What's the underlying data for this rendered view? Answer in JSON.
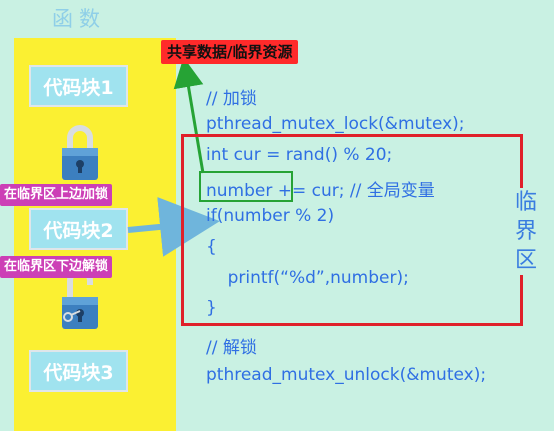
{
  "title": "函数",
  "blocks": [
    "代码块1",
    "代码块2",
    "代码块3"
  ],
  "tags": {
    "lock": "在临界区上边加锁",
    "unlock": "在临界区下边解锁"
  },
  "shared_label": "共享数据/临界资源",
  "critical_label": [
    "临",
    "界",
    "区"
  ],
  "code": {
    "lock_comment": "// 加锁",
    "lock_call": "pthread_mutex_lock(&mutex);",
    "line1": "int cur = rand() % 20;",
    "number_word": "number",
    "line2_rest": " += cur; // 全局变量",
    "line3": "if(number % 2)",
    "brace_open": "{",
    "line4": "    printf(“%d”,number);",
    "brace_close": "}",
    "unlock_comment": "// 解锁",
    "unlock_call": "pthread_mutex_unlock(&mutex);"
  },
  "colors": {
    "background": "#c9f1e3",
    "column": "#fbf032",
    "critical": "#e0202a",
    "arrow": "#26a335",
    "code": "#2f6fe3",
    "tag": "#cc3fb6"
  }
}
